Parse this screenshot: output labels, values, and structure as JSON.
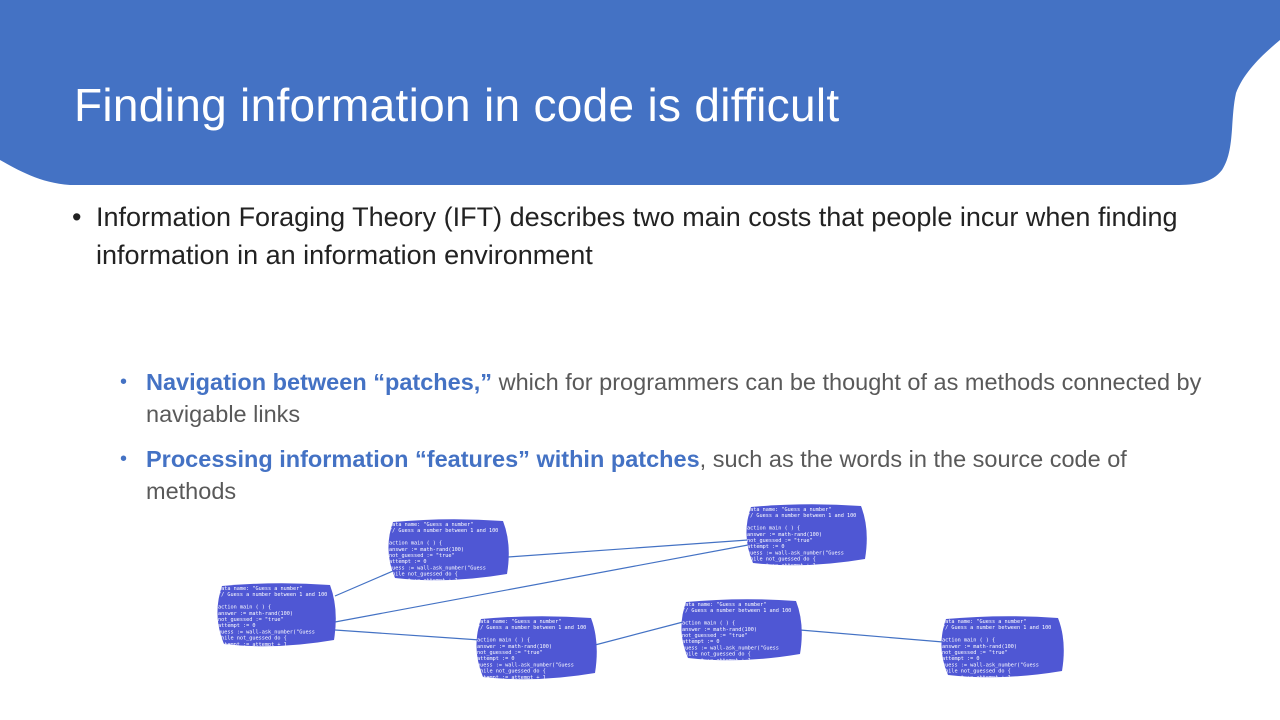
{
  "slide": {
    "title": "Finding information in code is difficult",
    "bullet_main": "Information Foraging Theory (IFT) describes two main costs that people incur when finding information in an information environment",
    "sub_bullets": [
      {
        "highlight": "Navigation between “patches,”",
        "rest": " which for programmers can be thought of as methods connected by navigable links"
      },
      {
        "highlight": "Processing information “features” within patches",
        "rest": ", such as the words in the source code of methods"
      }
    ]
  },
  "patch_code": [
    "data name: \"Guess a number\"",
    "// Guess a number between 1 and 100",
    "",
    "action main ( ) {",
    "    answer := math-rand(100)",
    "    not_guessed := \"true\"",
    "    attempt := 0",
    "    guess := wall-ask_number(\"Guess",
    "    while not_guessed do {",
    "        attempt := attempt + 1"
  ],
  "colors": {
    "header": "#4472c4",
    "patch_fill": "#4f57d4",
    "accent": "#4472c4"
  }
}
